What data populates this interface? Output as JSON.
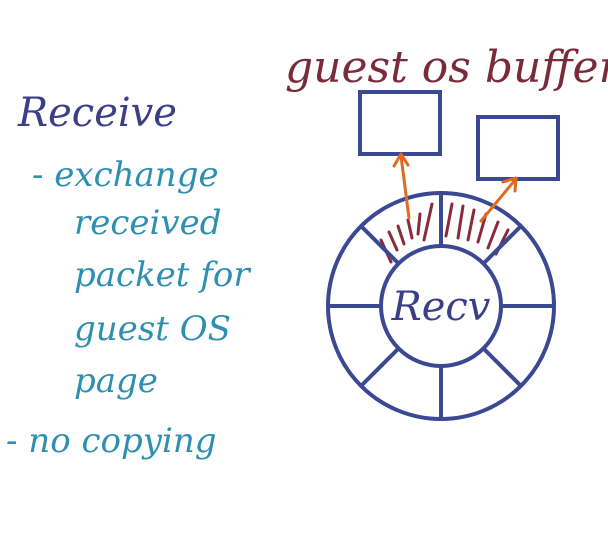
{
  "title": "guest os buffers",
  "heading": "Receive",
  "notes": {
    "line1": "- exchange",
    "line2": "received",
    "line3": "packet for",
    "line4": "guest OS",
    "line5": "page",
    "line6": "- no copying"
  },
  "ring_label": "Recv",
  "colors": {
    "title": "#7a2b3a",
    "heading": "#3b3f88",
    "notes": "#2f8fb0",
    "ring": "#3b4894",
    "arrow": "#e06a20",
    "hatch": "#8b2a3a"
  }
}
